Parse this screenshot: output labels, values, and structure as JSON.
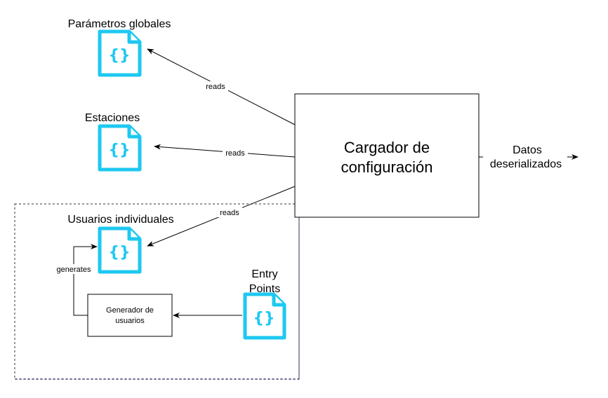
{
  "colors": {
    "icon": "#1ec8f0",
    "stroke": "#000000",
    "group_border": "#333333"
  },
  "icons": {
    "glyph": "{}",
    "name": "json-document-icon"
  },
  "nodes": {
    "parametros_globales": "Parámetros globales",
    "estaciones": "Estaciones",
    "usuarios_individuales": "Usuarios individuales",
    "entry_points_line1": "Entry",
    "entry_points_line2": "Points",
    "generador_line1": "Generador de",
    "generador_line2": "usuarios",
    "cargador_line1": "Cargador de",
    "cargador_line2": "configuración",
    "output_line1": "Datos",
    "output_line2": "deserializados"
  },
  "edges": {
    "reads_parametros": "reads",
    "reads_estaciones": "reads",
    "reads_usuarios": "reads",
    "generates": "generates"
  }
}
